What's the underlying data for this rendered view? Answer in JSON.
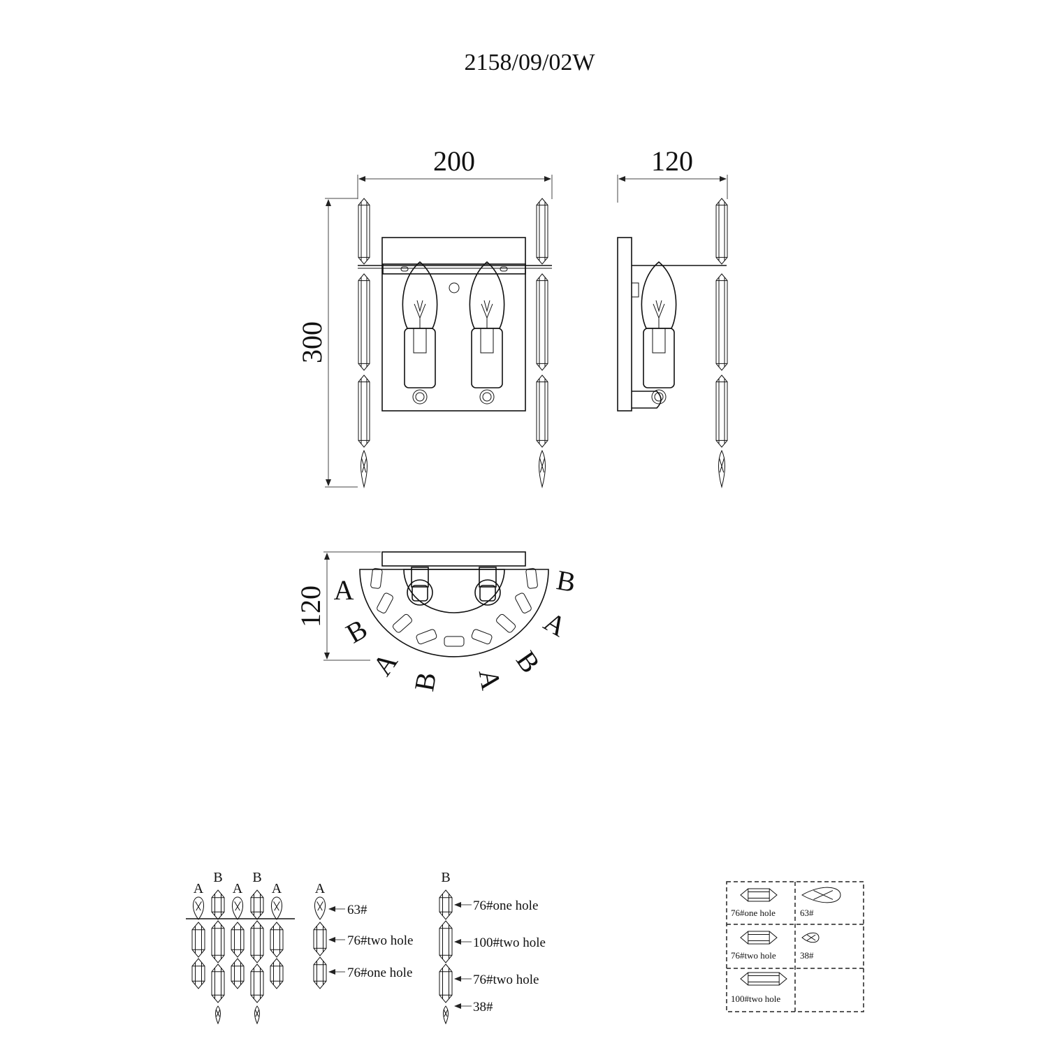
{
  "title": "2158/09/02W",
  "dimensions": {
    "front_width": "200",
    "side_depth": "120",
    "height": "300",
    "top_depth": "120"
  },
  "top_view_labels": [
    "A",
    "B",
    "A",
    "B",
    "A",
    "B",
    "A",
    "B"
  ],
  "assembly": {
    "strand_labels": [
      "A",
      "B",
      "A",
      "B",
      "A"
    ],
    "strand_a": {
      "label": "A",
      "parts": [
        "63#",
        "76#two hole",
        "76#one hole"
      ]
    },
    "strand_b": {
      "label": "B",
      "parts": [
        "76#one hole",
        "100#two hole",
        "76#two hole",
        "38#"
      ]
    }
  },
  "legend": [
    "76#one hole",
    "63#",
    "76#two hole",
    "38#",
    "100#two hole"
  ]
}
